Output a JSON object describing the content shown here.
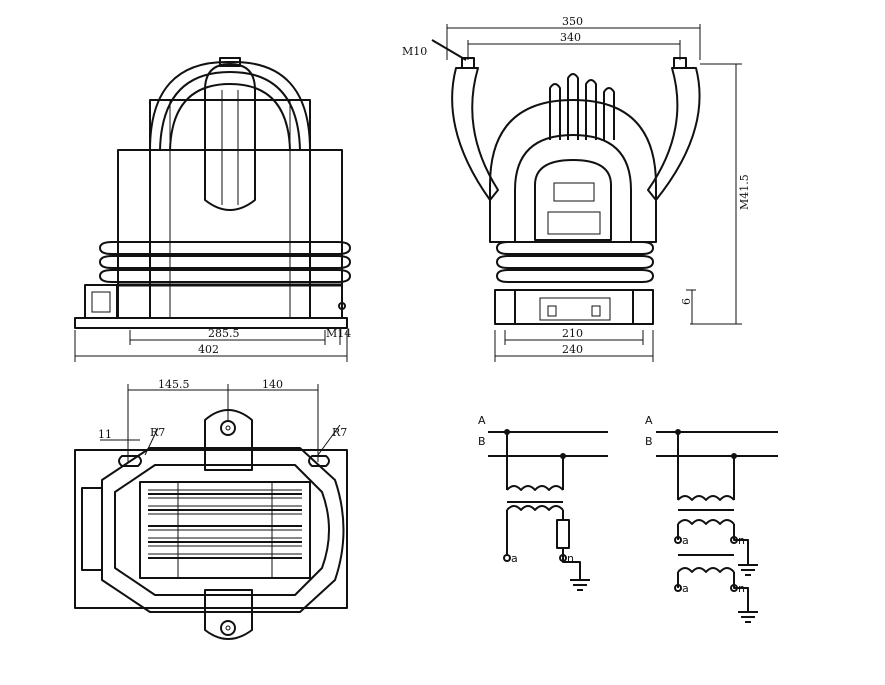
{
  "dims": {
    "front_bottom": "402",
    "front_mid": "285.5",
    "front_small": "M14",
    "side_top": "350",
    "side_second": "340",
    "side_height": "M41.5",
    "side_small": "6",
    "side_base1": "210",
    "side_base2": "240",
    "side_callout": "M10",
    "plan_left": "145.5",
    "plan_right": "140",
    "plan_small": "11",
    "plan_r_left": "R7",
    "plan_r_right": "R7"
  },
  "schematics": {
    "left": {
      "line_a": "A",
      "line_b": "B",
      "term_1": "a",
      "term_2": "n"
    },
    "right": {
      "line_a": "A",
      "line_b": "B",
      "t1": "a",
      "t2": "n",
      "t3": "a",
      "t4": "n"
    }
  }
}
